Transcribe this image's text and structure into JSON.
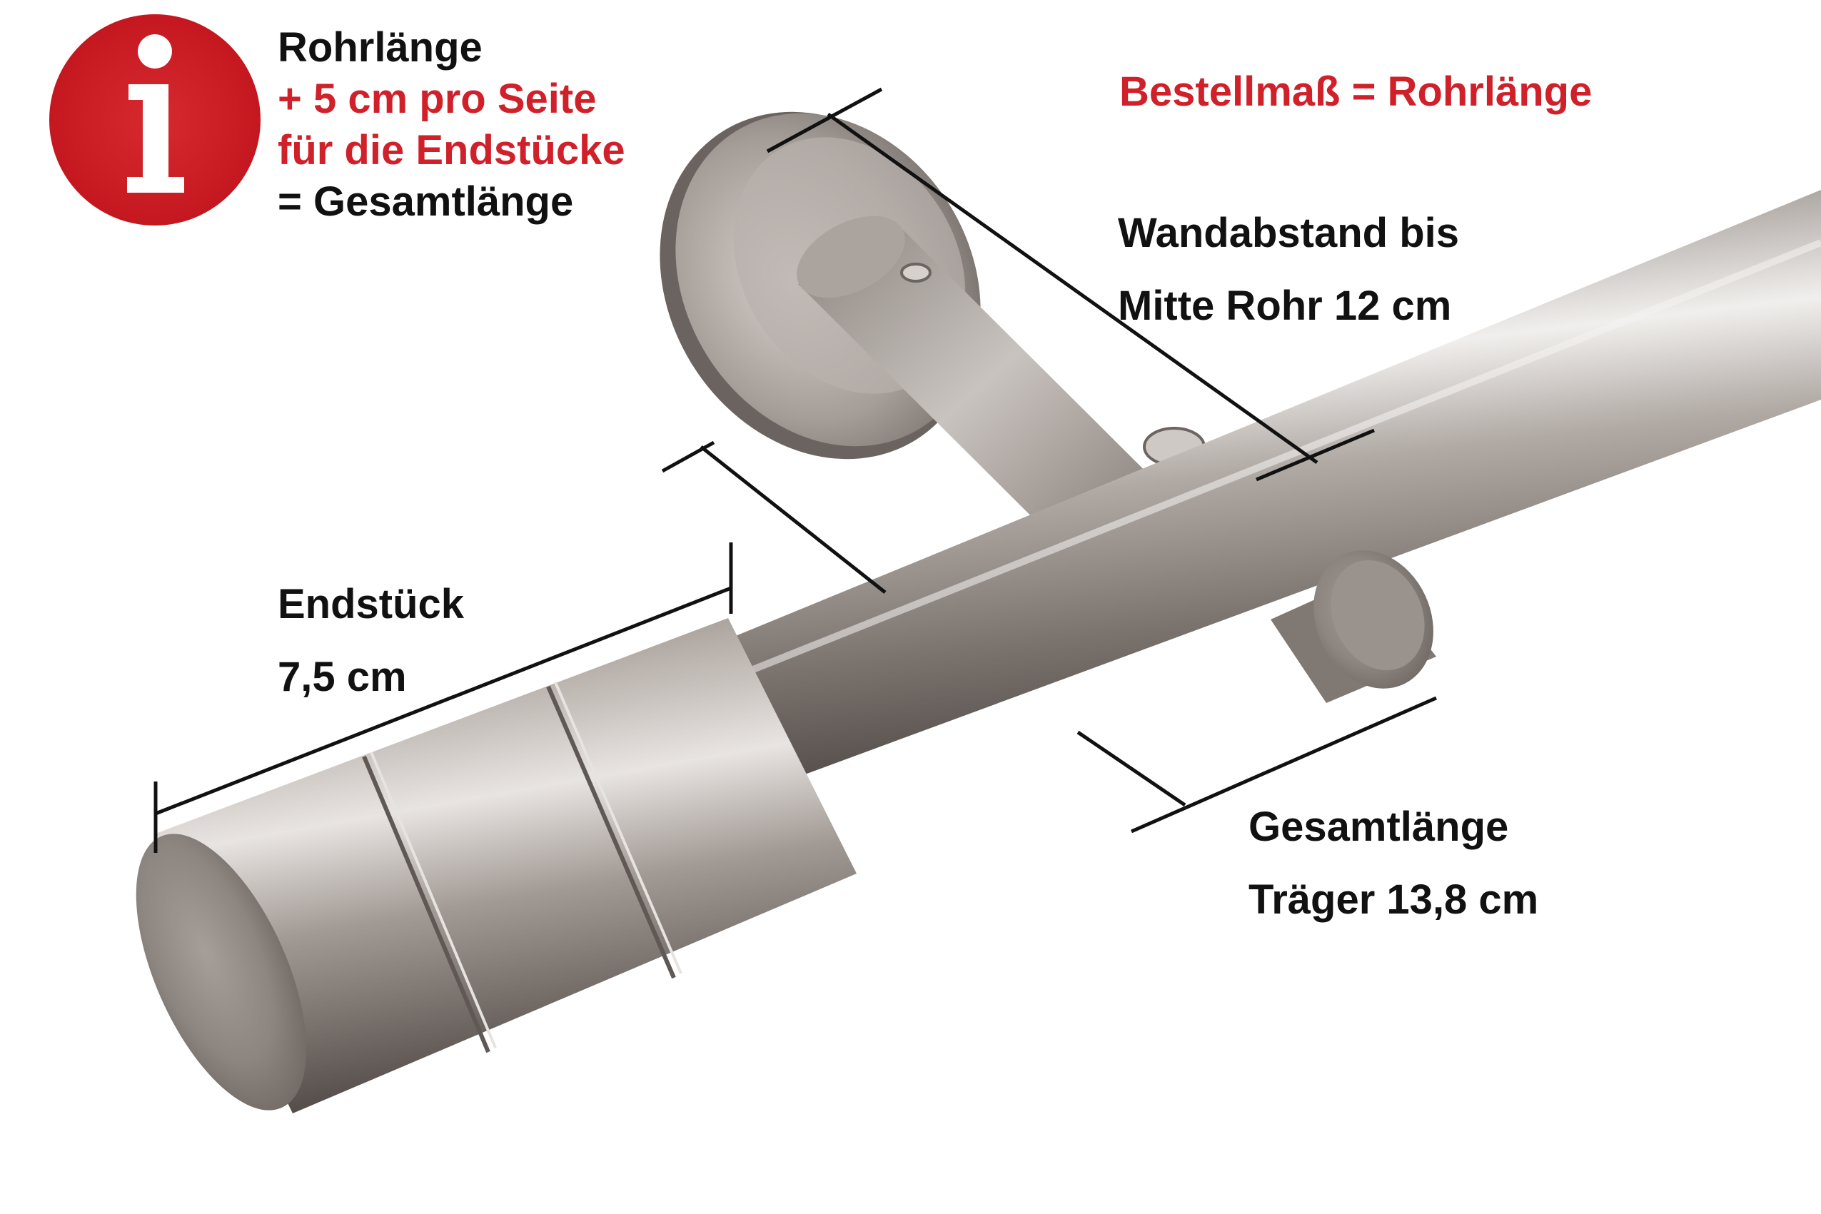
{
  "info_icon": {
    "icon": "info-icon",
    "glyph": "i",
    "color": "#d0202a"
  },
  "info_block": {
    "line1": "Rohrlänge",
    "line2": "+ 5 cm pro Seite",
    "line3": "für die Endstücke",
    "line4": "= Gesamtlänge"
  },
  "order_note": "Bestellmaß = Rohrlänge",
  "wall_distance": {
    "line1": "Wandabstand bis",
    "line2": "Mitte Rohr 12 cm"
  },
  "end_piece": {
    "line1": "Endstück",
    "line2": "7,5 cm"
  },
  "bracket_length": {
    "line1": "Gesamtlänge",
    "line2": "Träger 13,8 cm"
  },
  "colors": {
    "accent_red": "#d0202a",
    "text": "#111111",
    "metal": "#8a817b"
  }
}
